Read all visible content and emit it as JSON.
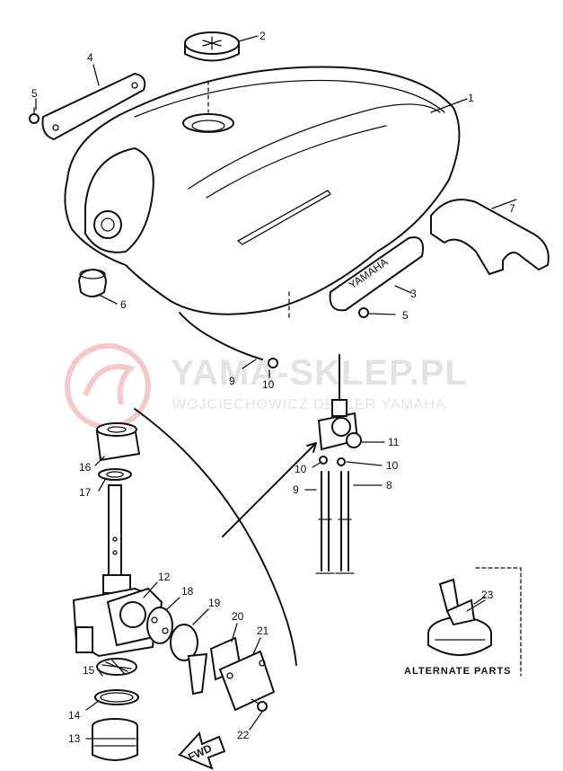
{
  "watermark": {
    "title": "YAMA-SKLEP.PL",
    "subtitle": "WOJCIECHOWICZ DEALER YAMAHA"
  },
  "badge_text": "YAMAHA",
  "front_marker": "FWD",
  "alternate_box_label": "ALTERNATE PARTS",
  "callouts": {
    "c1": "1",
    "c2": "2",
    "c3": "3",
    "c4": "4",
    "c5a": "5",
    "c5b": "5",
    "c6": "6",
    "c7": "7",
    "c8": "8",
    "c9a": "9",
    "c9b": "9",
    "c10a": "10",
    "c10b": "10",
    "c10c": "10",
    "c11": "11",
    "c12": "12",
    "c13": "13",
    "c14": "14",
    "c15": "15",
    "c16": "16",
    "c17": "17",
    "c18": "18",
    "c19": "19",
    "c20": "20",
    "c21": "21",
    "c22": "22",
    "c23": "23"
  }
}
